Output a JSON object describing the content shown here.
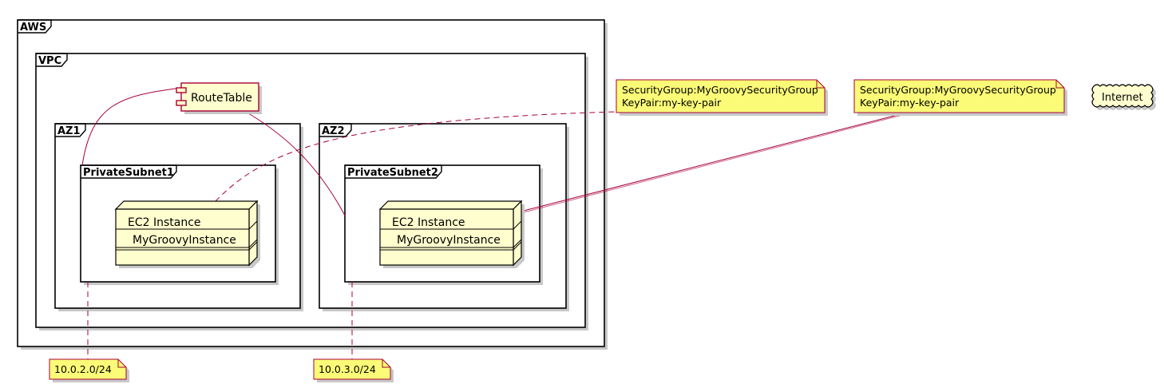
{
  "diagram": {
    "type": "plantuml-deployment",
    "frames": {
      "aws": "AWS",
      "vpc": "VPC",
      "az1": "AZ1",
      "az2": "AZ2",
      "subnet1": "PrivateSubnet1",
      "subnet2": "PrivateSubnet2"
    },
    "components": {
      "route_table": "RouteTable",
      "internet": "Internet"
    },
    "nodes": [
      {
        "stereotype": "EC2 Instance",
        "name": "MyGroovyInstance"
      },
      {
        "stereotype": "EC2 Instance",
        "name": "MyGroovyInstance"
      }
    ],
    "notes": {
      "instance1": {
        "line1": "SecurityGroup:MyGroovySecurityGroup",
        "line2": "KeyPair:my-key-pair"
      },
      "instance2": {
        "line1": "SecurityGroup:MyGroovySecurityGroup",
        "line2": "KeyPair:my-key-pair"
      },
      "subnet1_cidr": "10.0.2.0/24",
      "subnet2_cidr": "10.0.3.0/24"
    },
    "colors": {
      "link": "#a80036",
      "element_fill": "#fefece",
      "note_fill": "#fbfb77",
      "frame_stroke": "#000000"
    }
  }
}
